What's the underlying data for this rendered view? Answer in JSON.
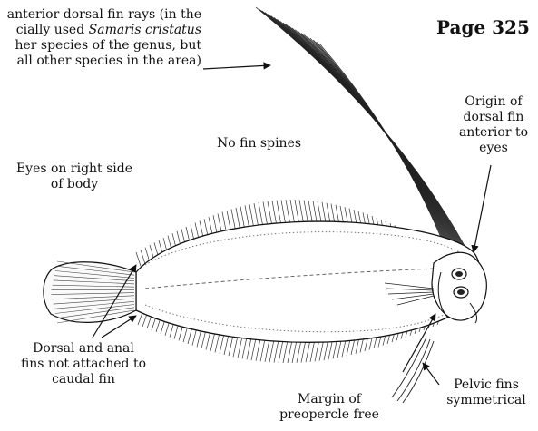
{
  "page_title": "Page 325",
  "labels": {
    "dorsal_rays_line1": "anterior dorsal fin rays (in the",
    "dorsal_rays_line2a": "cially used ",
    "dorsal_rays_line2b": "Samaris cristatus",
    "dorsal_rays_line3": "her species of the genus, but",
    "dorsal_rays_line4": "all other species in the area)",
    "origin_line1": "Origin of",
    "origin_line2": "dorsal fin",
    "origin_line3": "anterior to",
    "origin_line4": "eyes",
    "no_spines": "No fin spines",
    "eyes_line1": "Eyes on right side",
    "eyes_line2": "of body",
    "fins_line1": "Dorsal and anal",
    "fins_line2": "fins not attached to",
    "fins_line3": "caudal fin",
    "preopercle_line1": "Margin of",
    "preopercle_line2": "preopercle free",
    "pelvic_line1": "Pelvic fins",
    "pelvic_line2": "symmetrical"
  }
}
